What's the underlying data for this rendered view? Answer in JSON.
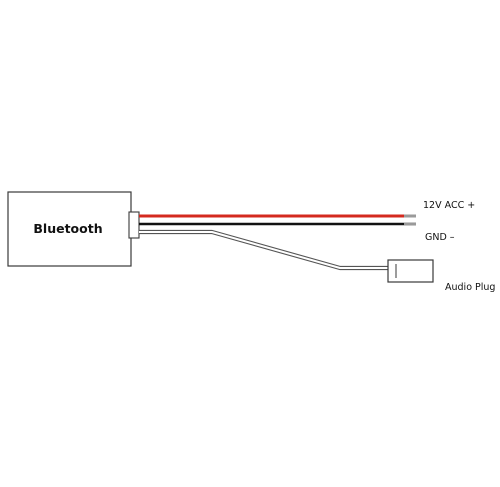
{
  "module": {
    "label": "Bluetooth"
  },
  "wires": {
    "power_label": "12V ACC +",
    "ground_label": "GND –",
    "audio_label": "Audio Plug"
  },
  "colors": {
    "power_wire": "#d42a1f",
    "ground_wire": "#111111",
    "outline": "#3a3a3a",
    "background": "#ffffff"
  }
}
